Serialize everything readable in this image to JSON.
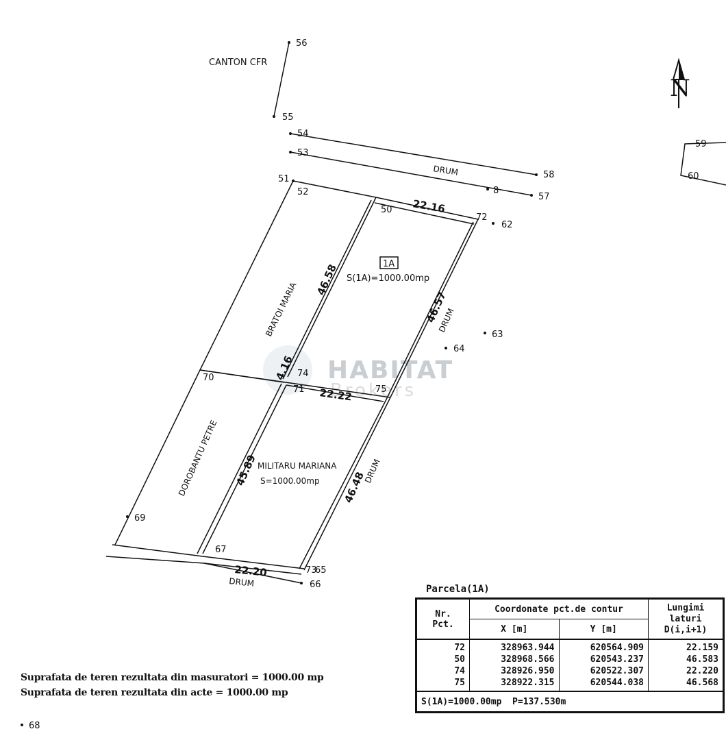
{
  "north_label": "N",
  "points": {
    "p56": "56",
    "p55": "55",
    "p54": "54",
    "p53": "53",
    "p58": "58",
    "p57": "57",
    "p8": "8",
    "p51": "51",
    "p52": "52",
    "p50": "50",
    "p72": "72",
    "p62": "62",
    "p63": "63",
    "p64": "64",
    "p70": "70",
    "p74": "74",
    "p71": "71",
    "p75": "75",
    "p69": "69",
    "p67": "67",
    "p73": "73",
    "p65": "65",
    "p66": "66",
    "p59": "59",
    "p60": "60",
    "p68": "68"
  },
  "labels": {
    "canton": "CANTON CFR",
    "drum": "DRUM",
    "bratoi": "BRATOI MARIA",
    "dorobantu": "DOROBANTU PETRE",
    "militaru": "MILITARU MARIANA",
    "militaru_area": "S=1000.00mp",
    "parcel_id": "1A",
    "parcel_area": "S(1A)=1000.00mp"
  },
  "dimensions": {
    "top": "22.16",
    "left": "46.58",
    "right": "46.57",
    "middle": "22.22",
    "small": "4.16",
    "left_lower": "45.89",
    "right_lower": "46.48",
    "bottom": "22.20"
  },
  "watermark": {
    "main": "HABITAT",
    "sub": "Brokers"
  },
  "summary": {
    "line1": "Suprafata de teren rezultata din masuratori = 1000.00 mp",
    "line2": "Suprafata de teren rezultata din acte = 1000.00 mp"
  },
  "parcel_table": {
    "title": "Parcela(1A)",
    "headers": {
      "nr": "Nr.",
      "pct": "Pct.",
      "coords": "Coordonate pct.de contur",
      "x": "X [m]",
      "y": "Y [m]",
      "len1": "Lungimi",
      "len2": "laturi",
      "len3": "D(i,i+1)"
    },
    "rows": [
      {
        "nr": "72",
        "x": "328963.944",
        "y": "620564.909",
        "d": "22.159"
      },
      {
        "nr": "50",
        "x": "328968.566",
        "y": "620543.237",
        "d": "46.583"
      },
      {
        "nr": "74",
        "x": "328926.950",
        "y": "620522.307",
        "d": "22.220"
      },
      {
        "nr": "75",
        "x": "328922.315",
        "y": "620544.038",
        "d": "46.568"
      }
    ],
    "footer": "S(1A)=1000.00mp  P=137.530m"
  }
}
